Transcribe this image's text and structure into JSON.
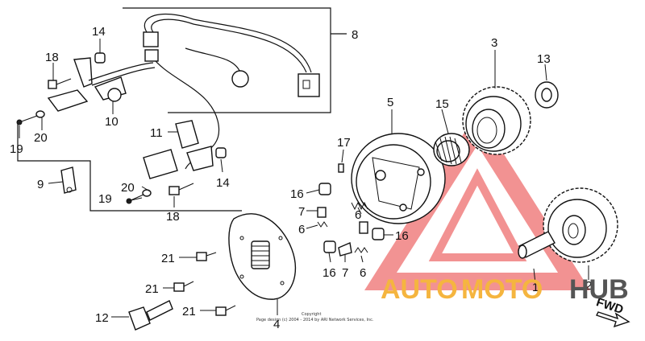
{
  "callouts": [
    {
      "id": "c1",
      "label": "1"
    },
    {
      "id": "c2",
      "label": "2"
    },
    {
      "id": "c3",
      "label": "3"
    },
    {
      "id": "c4",
      "label": "4"
    },
    {
      "id": "c5",
      "label": "5"
    },
    {
      "id": "c6a",
      "label": "6"
    },
    {
      "id": "c6b",
      "label": "6"
    },
    {
      "id": "c6c",
      "label": "6"
    },
    {
      "id": "c7a",
      "label": "7"
    },
    {
      "id": "c7b",
      "label": "7"
    },
    {
      "id": "c8",
      "label": "8"
    },
    {
      "id": "c9",
      "label": "9"
    },
    {
      "id": "c10",
      "label": "10"
    },
    {
      "id": "c11",
      "label": "11"
    },
    {
      "id": "c12",
      "label": "12"
    },
    {
      "id": "c13",
      "label": "13"
    },
    {
      "id": "c14a",
      "label": "14"
    },
    {
      "id": "c14b",
      "label": "14"
    },
    {
      "id": "c15",
      "label": "15"
    },
    {
      "id": "c16a",
      "label": "16"
    },
    {
      "id": "c16b",
      "label": "16"
    },
    {
      "id": "c16c",
      "label": "16"
    },
    {
      "id": "c17",
      "label": "17"
    },
    {
      "id": "c18a",
      "label": "18"
    },
    {
      "id": "c18b",
      "label": "18"
    },
    {
      "id": "c19a",
      "label": "19"
    },
    {
      "id": "c19b",
      "label": "19"
    },
    {
      "id": "c20a",
      "label": "20"
    },
    {
      "id": "c20b",
      "label": "20"
    },
    {
      "id": "c21a",
      "label": "21"
    },
    {
      "id": "c21b",
      "label": "21"
    },
    {
      "id": "c21c",
      "label": "21"
    }
  ],
  "direction_label": "FWD",
  "copyright": {
    "line1": "Copyright",
    "line2": "Page design (c) 2004 - 2014 by ARI Network Services, Inc."
  },
  "watermark": {
    "text_auto": "AUTO",
    "text_moto": "MOTO",
    "text_hub": "HUB",
    "colors": {
      "triangle": "#f08080",
      "orange": "#f5b53f",
      "gray": "#555555"
    }
  }
}
